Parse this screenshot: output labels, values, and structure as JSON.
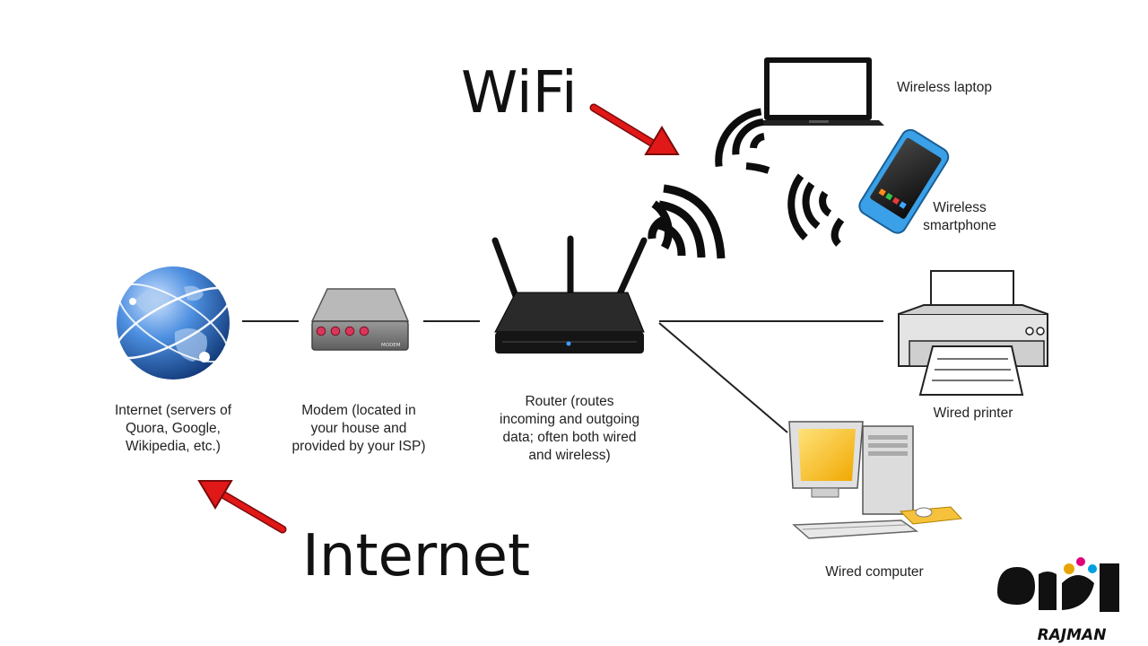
{
  "headings": {
    "wifi": "WiFi",
    "internet": "Internet"
  },
  "nodes": {
    "internet": {
      "caption": [
        "Internet (servers of",
        "Quora, Google,",
        "Wikipedia, etc.)"
      ]
    },
    "modem": {
      "caption": [
        "Modem (located in",
        "your house and",
        "provided by your ISP)"
      ],
      "device_text": "MODEM"
    },
    "router": {
      "caption": [
        "Router (routes",
        "incoming and outgoing",
        "data; often both wired",
        "and wireless)"
      ]
    },
    "laptop": {
      "caption": "Wireless laptop"
    },
    "smartphone": {
      "caption": [
        "Wireless",
        "smartphone"
      ]
    },
    "printer": {
      "caption": "Wired printer"
    },
    "computer": {
      "caption": "Wired computer"
    }
  },
  "watermark": {
    "text": "RAJMAN"
  },
  "colors": {
    "arrow": "#e01818",
    "line": "#222222",
    "globe": "#2f6fc4",
    "router": "#151515",
    "modem_led": "#d8365a",
    "phone": "#3aa0e8",
    "monitor": "#f4b400"
  }
}
